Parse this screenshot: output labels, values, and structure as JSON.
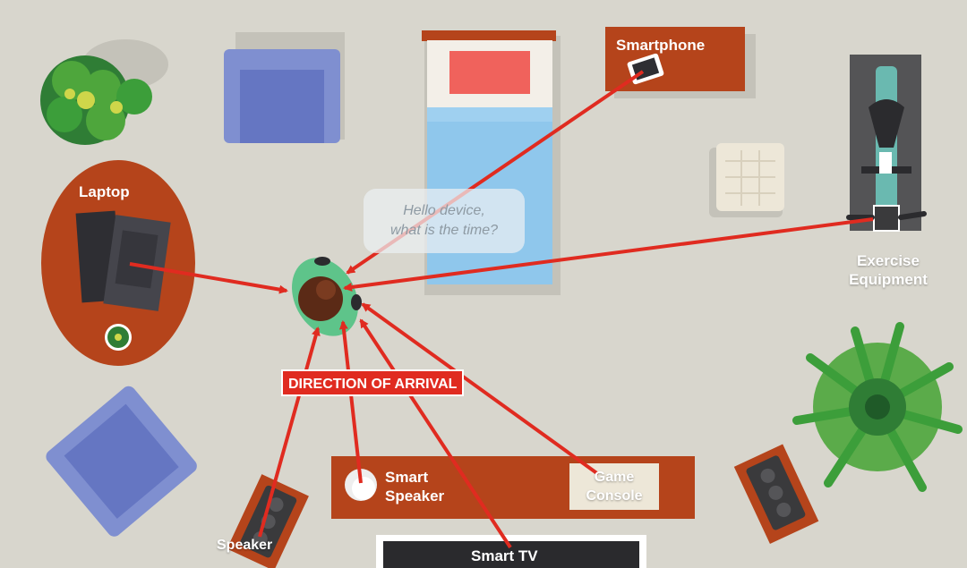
{
  "labels": {
    "smartphone": "Smartphone",
    "laptop": "Laptop",
    "exercise_equipment": "Exercise\nEquipment",
    "smart_speaker": "Smart\nSpeaker",
    "game_console": "Game\nConsole",
    "speaker": "Speaker",
    "smart_tv": "Smart TV"
  },
  "speech_bubble": {
    "line1": "Hello device,",
    "line2": "what is the time?"
  },
  "banner": "DIRECTION OF ARRIVAL",
  "colors": {
    "floor": "#d8d6cd",
    "furniture_brown": "#b5441b",
    "arrow_red": "#e02b20",
    "chair_blue": "#7f8fd0",
    "bed_blue": "#8fc7ec",
    "pillow": "#f0625c",
    "person_green": "#5ec48a",
    "plant_green": "#3c9e3a"
  },
  "icons": [
    "plant-icon",
    "armchair-icon",
    "bed-icon",
    "smartphone-icon",
    "laptop-icon",
    "treadmill-icon",
    "speaker-icon",
    "smart-speaker-icon",
    "game-console-icon",
    "tv-icon",
    "person-icon"
  ]
}
